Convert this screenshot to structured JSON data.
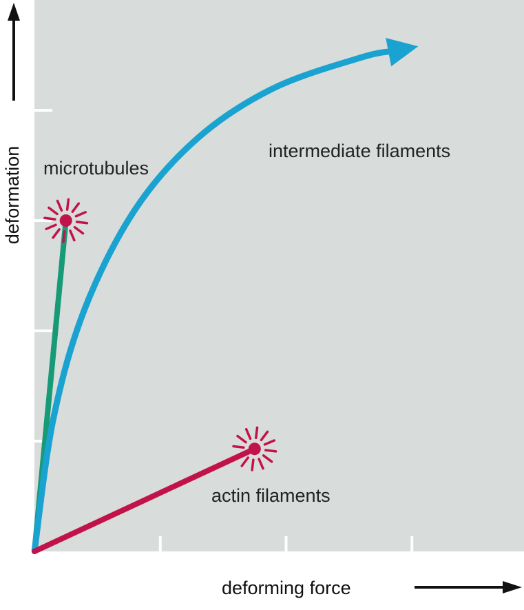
{
  "chart_data": {
    "type": "line",
    "title": "",
    "xlabel": "deforming force",
    "ylabel": "deformation",
    "xlim": [
      0,
      4
    ],
    "ylim": [
      0,
      5
    ],
    "xticks": [
      1,
      2,
      3
    ],
    "yticks": [
      1,
      2,
      3,
      4
    ],
    "grid": false,
    "legend": "none",
    "series": [
      {
        "name": "microtubules",
        "color": "#179a76",
        "marker": "burst-at-end",
        "x": [
          0,
          0.25
        ],
        "y": [
          0,
          3.0
        ]
      },
      {
        "name": "intermediate filaments",
        "color": "#1aa3d0",
        "marker": "arrow-at-end",
        "x": [
          0,
          0.15,
          0.4,
          0.8,
          1.3,
          1.9,
          2.6,
          3.05
        ],
        "y": [
          0,
          1.2,
          2.2,
          3.1,
          3.75,
          4.2,
          4.48,
          4.58
        ]
      },
      {
        "name": "actin filaments",
        "color": "#c2124a",
        "marker": "burst-at-end",
        "x": [
          0,
          1.75
        ],
        "y": [
          0,
          0.93
        ]
      }
    ],
    "colors": {
      "plot_background": "#d8dcda",
      "axis": "#111111",
      "tick": "#ffffff"
    }
  }
}
